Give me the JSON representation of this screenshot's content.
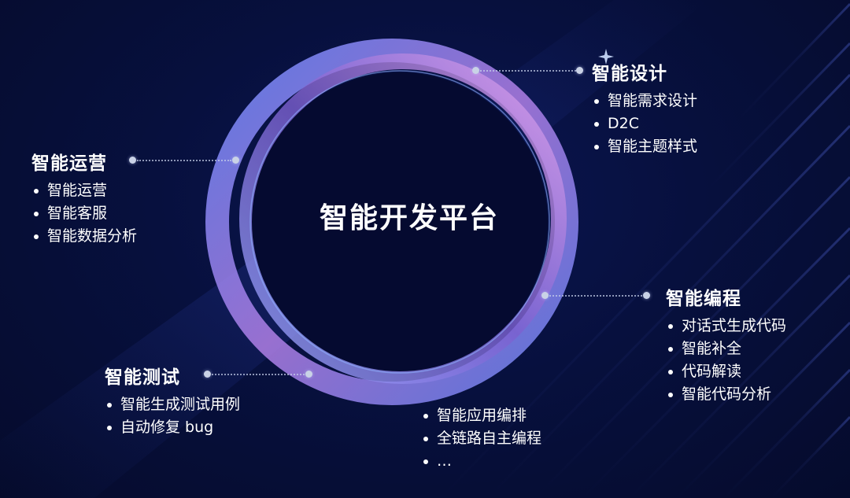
{
  "center": {
    "title": "智能开发平台"
  },
  "groups": {
    "design": {
      "title": "智能设计",
      "items": [
        "智能需求设计",
        "D2C",
        "智能主题样式"
      ]
    },
    "operations": {
      "title": "智能运营",
      "items": [
        "智能运营",
        "智能客服",
        "智能数据分析"
      ]
    },
    "coding": {
      "title": "智能编程",
      "items": [
        "对话式生成代码",
        "智能补全",
        "代码解读",
        "智能代码分析"
      ]
    },
    "testing": {
      "title": "智能测试",
      "items": [
        "智能生成测试用例",
        "自动修复 bug"
      ]
    },
    "app": {
      "items": [
        "智能应用编排",
        "全链路自主编程",
        "…"
      ]
    }
  },
  "colors": {
    "background": "#07103e",
    "ring_blue": "#5b7cf5",
    "ring_violet": "#a06ad8",
    "ring_pink": "#e2a3e8",
    "text": "#ffffff",
    "connector": "#c9d2e6"
  }
}
